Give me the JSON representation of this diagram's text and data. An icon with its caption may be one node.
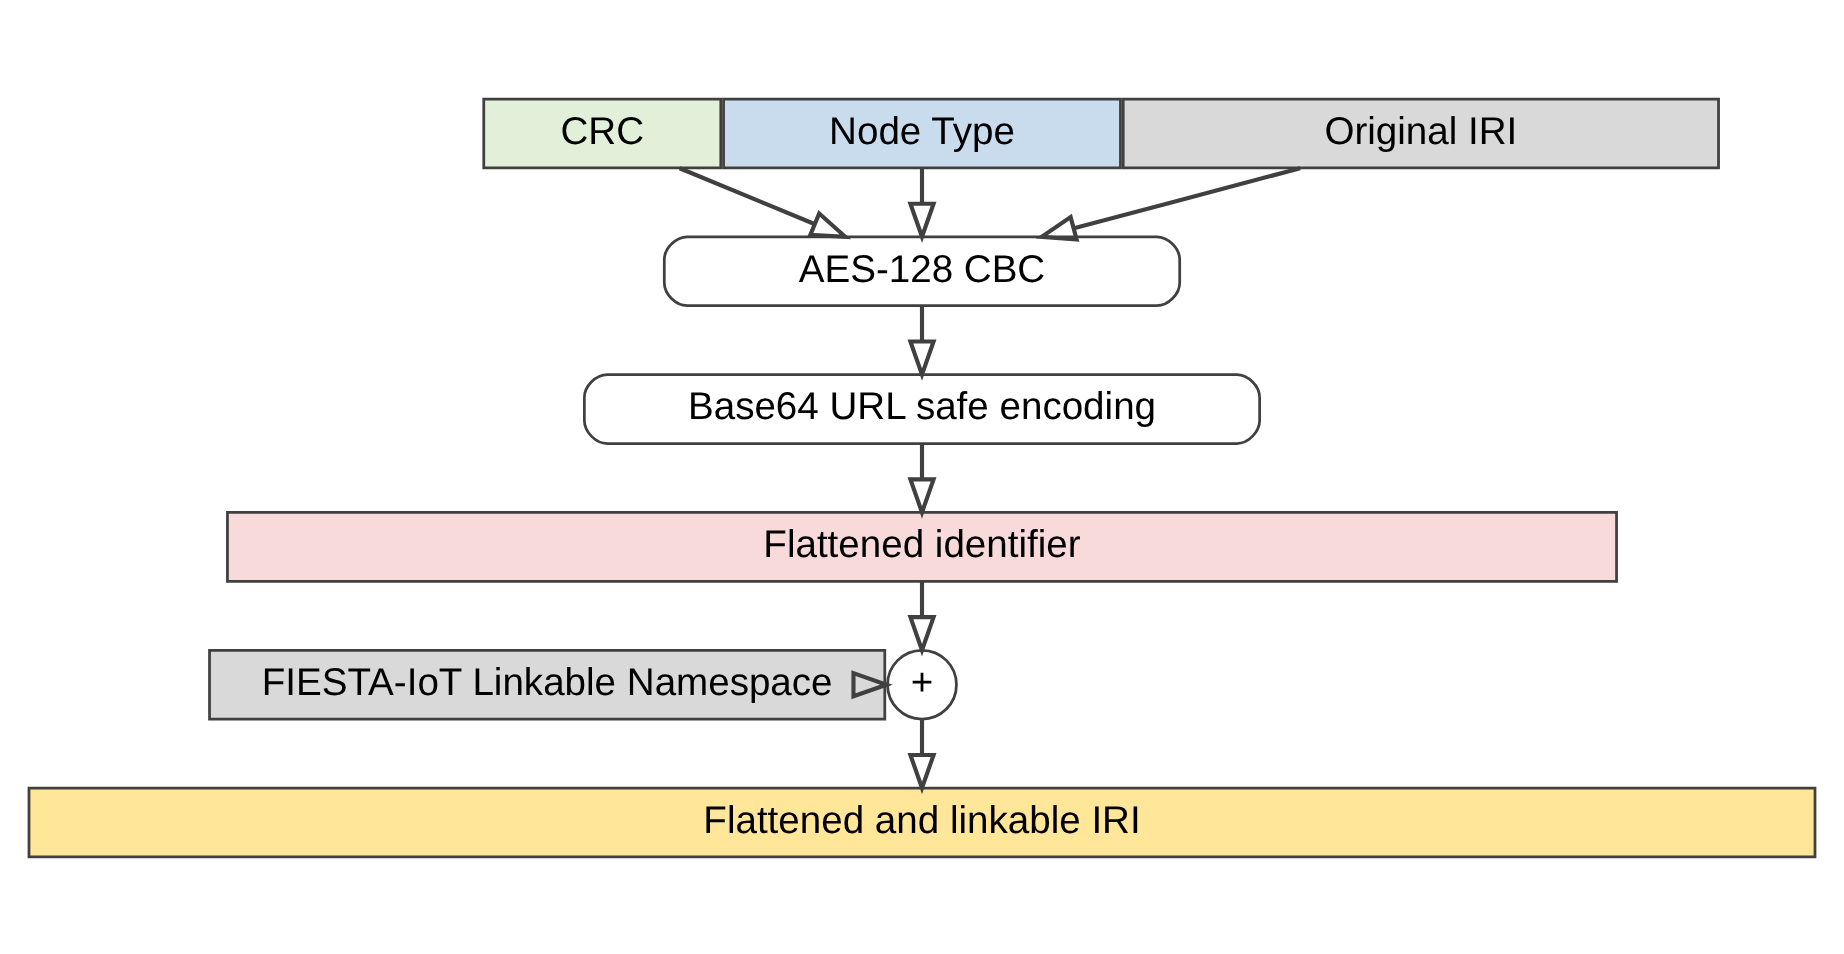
{
  "diagram": {
    "nodes": [
      {
        "text": [
          "CRC"
        ]
      },
      {
        "text": [
          "Node Type"
        ]
      },
      {
        "text": [
          "Original IRI"
        ]
      },
      {
        "text": [
          "AES-128 CBC"
        ]
      },
      {
        "text": [
          "Base64 URL safe encoding"
        ]
      },
      {
        "text": [
          "Flattened identifier"
        ]
      },
      {
        "text": [
          "FIESTA-IoT Linkable Namespace"
        ]
      },
      {
        "text": [
          "+"
        ]
      },
      {
        "text": [
          "Flattened and linkable IRI"
        ]
      }
    ],
    "edges": [
      {
        "from": 0,
        "to": 3,
        "arrow": "to"
      },
      {
        "from": 1,
        "to": 3,
        "arrow": "to"
      },
      {
        "from": 2,
        "to": 3,
        "arrow": "to"
      },
      {
        "from": 3,
        "to": 4,
        "arrow": "to"
      },
      {
        "from": 4,
        "to": 5,
        "arrow": "to"
      },
      {
        "from": 5,
        "to": 7,
        "arrow": "to"
      },
      {
        "from": 6,
        "to": 7,
        "arrow": "to"
      },
      {
        "from": 7,
        "to": 8,
        "arrow": "to"
      }
    ]
  }
}
